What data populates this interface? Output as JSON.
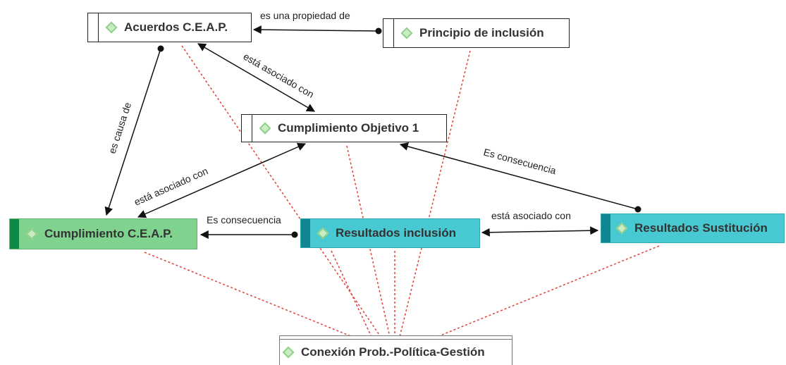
{
  "nodes": {
    "acuerdos": "Acuerdos C.E.A.P.",
    "principio": "Principio de inclusión",
    "objetivo": "Cumplimiento Objetivo 1",
    "cumplimiento": "Cumplimiento C.E.A.P.",
    "resultados_inclusion": "Resultados inclusión",
    "resultados_sustitucion": "Resultados Sustitución",
    "conexion": "Conexión Prob.-Política-Gestión"
  },
  "edges": {
    "es_propiedad": "es una propiedad de",
    "asociado_1": "está asociado con",
    "causa": "es causa de",
    "asociado_2": "está asociado con",
    "consecuencia_1": "Es consecuencia",
    "consecuencia_2": "Es consecuencia",
    "asociado_3": "está asociado con"
  },
  "colors": {
    "link_dotted": "#e0403a",
    "cumplimiento_fill": "#7fd38f",
    "cumplimiento_bar": "#0f8a46",
    "resultados_fill": "#48c8d0",
    "resultados_bar": "#108690",
    "diamond": "#8fd18a"
  }
}
